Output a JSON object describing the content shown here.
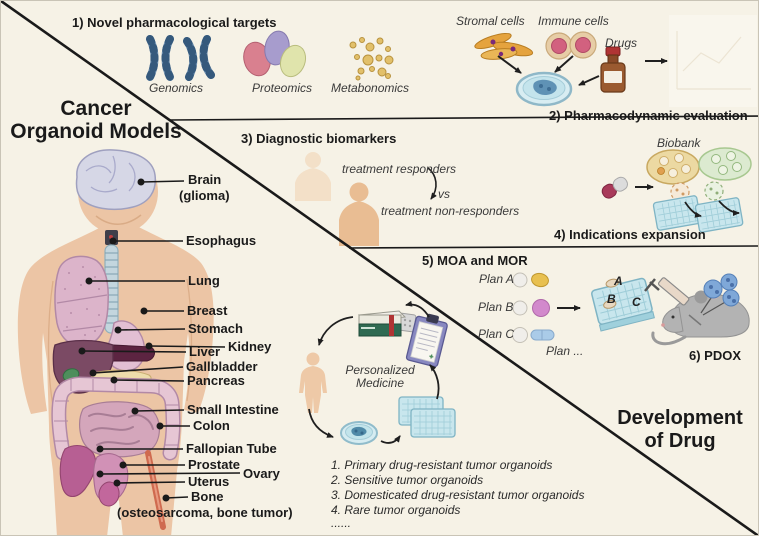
{
  "palette": {
    "background": "#f6f2e6",
    "line_color": "#1a1a1a",
    "skin": "#ecc5a5",
    "lung_pink": "#dcb4ca",
    "liver_plum": "#7b4a64",
    "well_plate_cyan": "#c8e6ed",
    "petri_blue": "#d8edf2",
    "capsule_maroon": "#a83a5a"
  },
  "left_panel": {
    "title_line1": "Cancer",
    "title_line2": "Organoid Models",
    "organs": {
      "brain": "Brain",
      "brain_sub": "(glioma)",
      "esophagus": "Esophagus",
      "lung": "Lung",
      "breast": "Breast",
      "stomach": "Stomach",
      "kidney": "Kidney",
      "liver": "Liver",
      "gallbladder": "Gallbladder",
      "pancreas": "Pancreas",
      "small_intestine": "Small Intestine",
      "colon": "Colon",
      "fallopian_tube": "Fallopian Tube",
      "prostate": "Prostate",
      "ovary": "Ovary",
      "uterus": "Uterus",
      "bone": "Bone",
      "bone_sub": "(osteosarcoma, bone tumor)"
    }
  },
  "sections": {
    "s1": {
      "title": "1) Novel pharmacological targets",
      "genomics": "Genomics",
      "proteomics": "Proteomics",
      "metabonomics": "Metabonomics"
    },
    "s2": {
      "title": "2) Pharmacodynamic evaluation",
      "stromal": "Stromal cells",
      "immune": "Immune cells",
      "drugs": "Drugs"
    },
    "s3": {
      "title": "3) Diagnostic biomarkers",
      "responders": "treatment responders",
      "vs": "vs",
      "non_responders": "treatment non-responders"
    },
    "s4": {
      "title": "4) Indications expansion",
      "biobank": "Biobank"
    },
    "s5": {
      "title": "5) MOA and MOR",
      "plan_a": "Plan A",
      "plan_b": "Plan B",
      "plan_c": "Plan C",
      "plan_more": "Plan ...",
      "plate_a": "A",
      "plate_b": "B",
      "plate_c": "C"
    },
    "s6": {
      "title": "6) PDOX"
    },
    "cycle": {
      "line1": "Personalized",
      "line2": "Medicine"
    }
  },
  "organoid_list": {
    "items": [
      "1. Primary drug-resistant tumor organoids",
      "2. Sensitive tumor organoids",
      "3. Domesticated drug-resistant tumor organoids",
      "4. Rare tumor organoids"
    ],
    "more": "......"
  },
  "right_panel": {
    "title_line1": "Development",
    "title_line2": "of Drug"
  }
}
